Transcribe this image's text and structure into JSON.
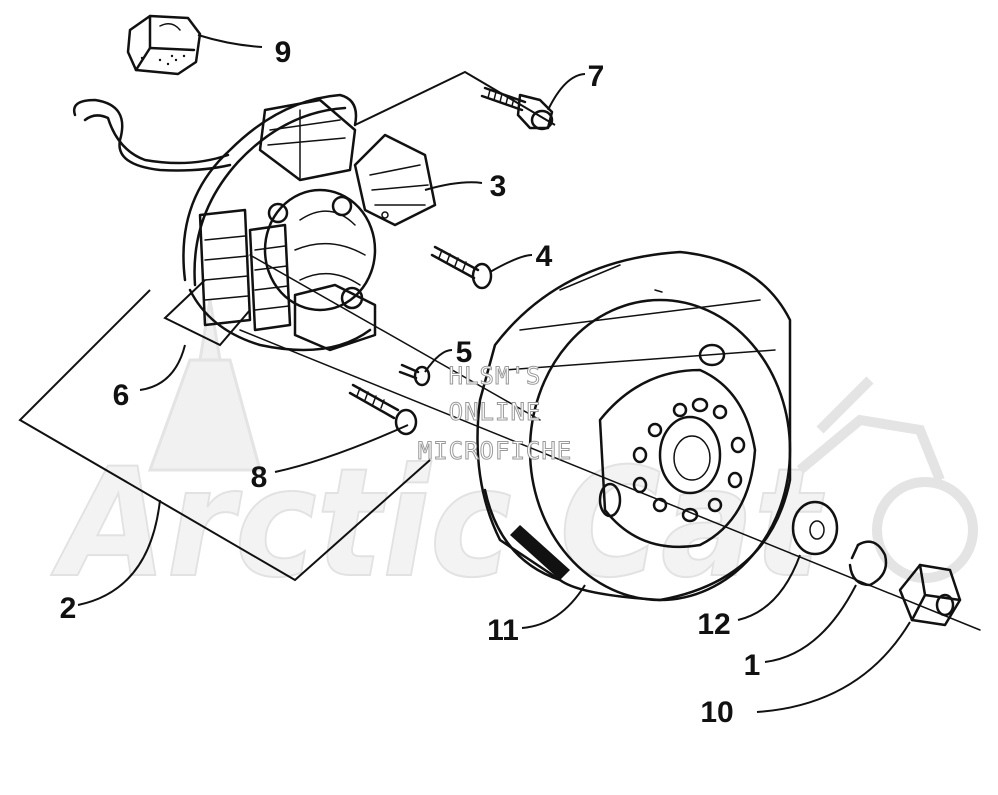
{
  "watermark": {
    "brand_logo": "Arctic Cat",
    "lines": [
      "HLSM'S",
      "ONLINE",
      "MICROFICHE"
    ]
  },
  "callouts": [
    {
      "id": "c1",
      "label": "1"
    },
    {
      "id": "c2",
      "label": "2"
    },
    {
      "id": "c3",
      "label": "3"
    },
    {
      "id": "c4",
      "label": "4"
    },
    {
      "id": "c5",
      "label": "5"
    },
    {
      "id": "c6",
      "label": "6"
    },
    {
      "id": "c7",
      "label": "7"
    },
    {
      "id": "c8",
      "label": "8"
    },
    {
      "id": "c9",
      "label": "9"
    },
    {
      "id": "c10",
      "label": "10"
    },
    {
      "id": "c11",
      "label": "11"
    },
    {
      "id": "c12",
      "label": "12"
    }
  ],
  "colors": {
    "ink": "#111111",
    "paper": "#ffffff",
    "watermark": "#e2e2e2"
  }
}
